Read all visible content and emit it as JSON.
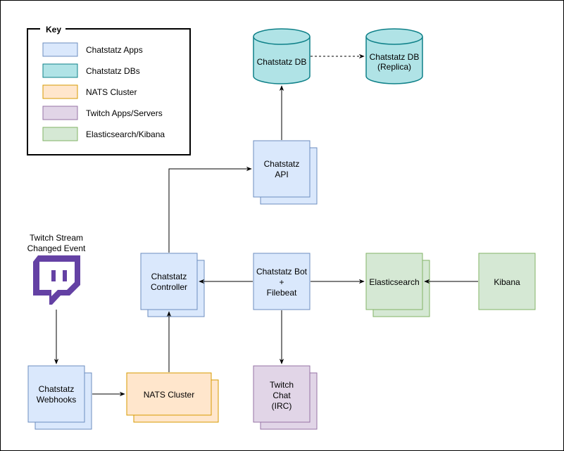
{
  "key": {
    "title": "Key",
    "items": [
      {
        "label": "Chatstatz Apps",
        "fill": "#dae8fc",
        "stroke": "#6c8ebf"
      },
      {
        "label": "Chatstatz DBs",
        "fill": "#b0e3e6",
        "stroke": "#0e8088"
      },
      {
        "label": "NATS Cluster",
        "fill": "#ffe6cc",
        "stroke": "#d79b00"
      },
      {
        "label": "Twitch Apps/Servers",
        "fill": "#e1d5e7",
        "stroke": "#9673a6"
      },
      {
        "label": "Elasticsearch/Kibana",
        "fill": "#d5e8d4",
        "stroke": "#82b366"
      }
    ]
  },
  "nodes": {
    "db": {
      "lines": [
        "Chatstatz DB"
      ]
    },
    "db_replica": {
      "lines": [
        "Chatstatz DB",
        "(Replica)"
      ]
    },
    "api": {
      "lines": [
        "Chatstatz",
        "API"
      ]
    },
    "twitch_event": {
      "lines": [
        "Twitch Stream",
        "Changed Event"
      ],
      "icon": "twitch-logo-icon"
    },
    "controller": {
      "lines": [
        "Chatstatz",
        "Controller"
      ]
    },
    "bot": {
      "lines": [
        "Chatstatz Bot",
        "+",
        "Filebeat"
      ]
    },
    "elasticsearch": {
      "lines": [
        "Elasticsearch"
      ]
    },
    "kibana": {
      "lines": [
        "Kibana"
      ]
    },
    "webhooks": {
      "lines": [
        "Chatstatz",
        "Webhooks"
      ]
    },
    "nats": {
      "lines": [
        "NATS Cluster"
      ]
    },
    "twitch_chat": {
      "lines": [
        "Twitch",
        "Chat",
        "(IRC)"
      ]
    }
  },
  "colors": {
    "app_fill": "#dae8fc",
    "app_stroke": "#6c8ebf",
    "db_fill": "#b0e3e6",
    "db_stroke": "#0e8088",
    "nats_fill": "#ffe6cc",
    "nats_stroke": "#d79b00",
    "twitch_fill": "#e1d5e7",
    "twitch_stroke": "#9673a6",
    "elastic_fill": "#d5e8d4",
    "elastic_stroke": "#82b366",
    "twitch_brand": "#6441a4"
  }
}
